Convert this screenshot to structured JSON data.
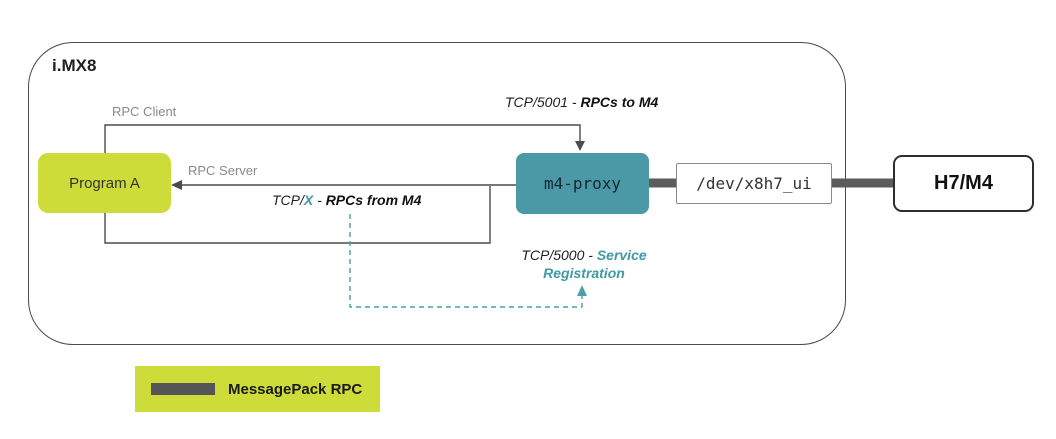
{
  "title": "i.MX8",
  "nodes": {
    "program_a": {
      "label": "Program A"
    },
    "m4_proxy": {
      "label": "m4-proxy"
    },
    "device": {
      "label": "/dev/x8h7_ui"
    },
    "h7m4": {
      "label": "H7/M4"
    }
  },
  "edges": {
    "rpc_client": {
      "label": "RPC Client"
    },
    "rpc_server": {
      "label": "RPC Server"
    },
    "tcp5001": {
      "prefix": "TCP/5001 - ",
      "emphasis": "RPCs to M4"
    },
    "tcpx": {
      "prefix": "TCP/",
      "port": "X",
      "sep": " - ",
      "emphasis": "RPCs from M4"
    },
    "tcp5000": {
      "prefix": "TCP/5000 - ",
      "emphasis": "Service Registration"
    }
  },
  "legend": {
    "label": "MessagePack RPC"
  },
  "colors": {
    "lime": "#cddc39",
    "teal_fill": "#4b99a7",
    "teal_text": "#3f9aa4",
    "connector_gray": "#5c5c5c",
    "line_gray": "#4c4c4c"
  }
}
